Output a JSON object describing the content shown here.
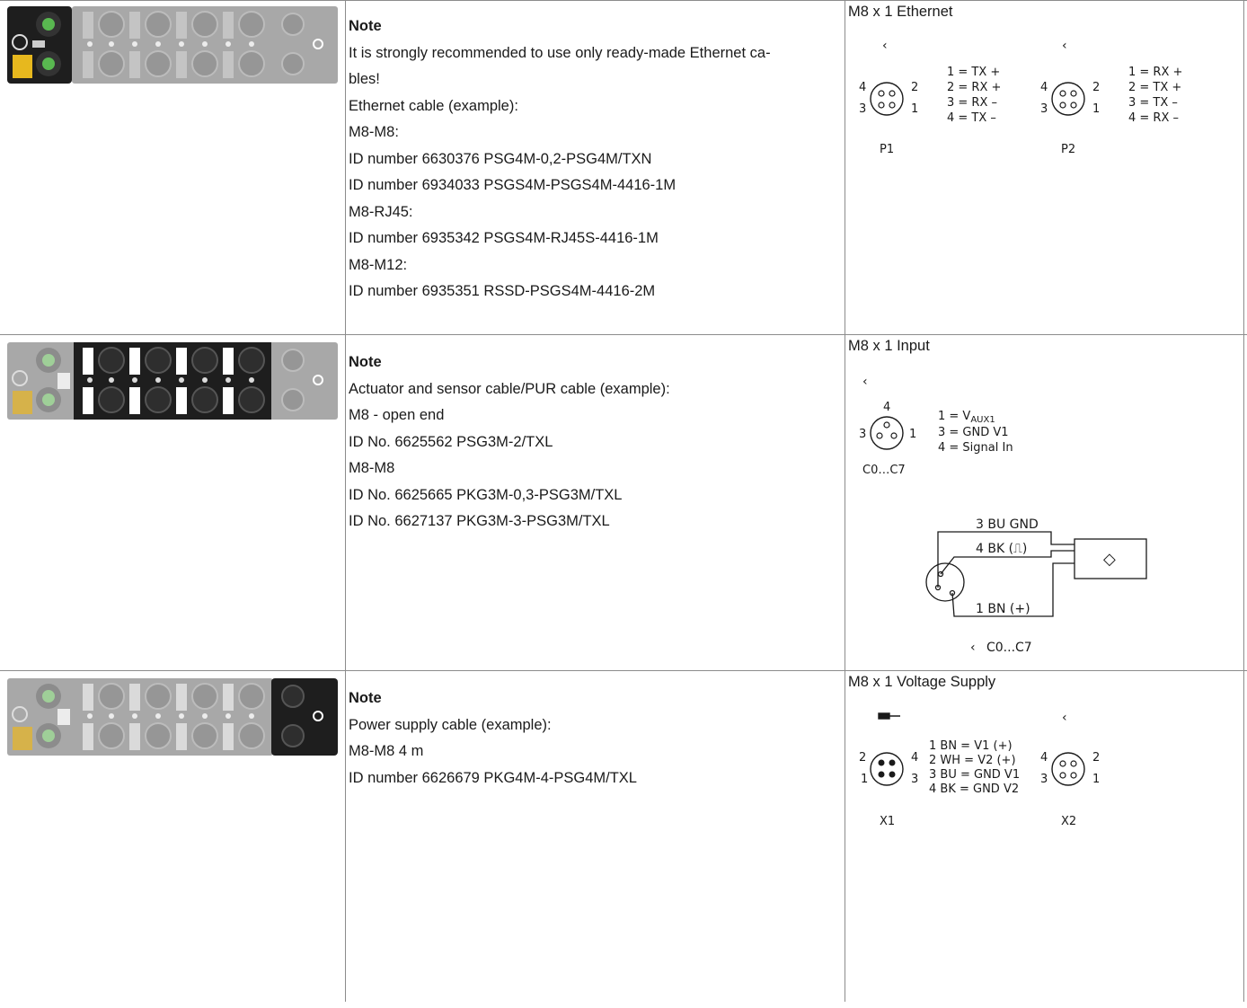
{
  "rows": [
    {
      "note_title": "Note",
      "note_lines": [
        "It is strongly recommended to use only ready-made Ethernet ca-",
        "bles!",
        "Ethernet cable (example):",
        "M8-M8:",
        "ID number 6630376 PSG4M-0,2-PSG4M/TXN",
        "ID number 6934033 PSGS4M-PSGS4M-4416-1M",
        "M8-RJ45:",
        "ID number 6935342 PSGS4M-RJ45S-4416-1M",
        "M8-M12:",
        "ID number 6935351 RSSD-PSGS4M-4416-2M"
      ],
      "diagram": {
        "title": "M8 x 1 Ethernet",
        "p1": {
          "label": "P1",
          "pins": [
            "1 = TX  +",
            "2 = RX  +",
            "3 = RX  –",
            "4 = TX  –"
          ]
        },
        "p2": {
          "label": "P2",
          "pins": [
            "1 = RX  +",
            "2 = TX  +",
            "3 = TX  –",
            "4 = RX  –"
          ]
        },
        "pin_numbers": [
          "4",
          "2",
          "3",
          "1"
        ]
      }
    },
    {
      "note_title": "Note",
      "note_lines": [
        "Actuator and sensor cable/PUR cable (example):",
        "M8 - open end",
        "ID No. 6625562 PSG3M-2/TXL",
        "M8-M8",
        "ID No. 6625665 PKG3M-0,3-PSG3M/TXL",
        "ID No. 6627137 PKG3M-3-PSG3M/TXL"
      ],
      "diagram": {
        "title": "M8 x 1 Input",
        "conn_label": "C0…C7",
        "pin_numbers": [
          "4",
          "3",
          "1"
        ],
        "pin1_prefix": "1 = V",
        "pin1_sub": "AUX1",
        "pins_rest": [
          "3 = GND V1",
          "4 = Signal In"
        ],
        "wiring": {
          "wire_bu": "3 BU GND",
          "wire_bk": "4 BK (⎍)",
          "wire_bn": "1 BN (+)",
          "bottom_label": "C0...C7",
          "sensor_symbol": "◇"
        }
      }
    },
    {
      "note_title": "Note",
      "note_lines": [
        "Power supply cable (example):",
        "M8-M8 4 m",
        "ID number 6626679 PKG4M-4-PSG4M/TXL"
      ],
      "diagram": {
        "title": "M8 x 1 Voltage Supply",
        "x1": {
          "label": "X1"
        },
        "x2": {
          "label": "X2"
        },
        "pins": [
          "1 BN   = V1 (+)",
          "2 WH  = V2 (+)",
          "3 BU   = GND V1",
          "4 BK   = GND V2"
        ],
        "x1_pin_numbers": [
          "2",
          "4",
          "1",
          "3"
        ],
        "x2_pin_numbers": [
          "4",
          "2",
          "3",
          "1"
        ]
      }
    }
  ],
  "colors": {
    "module_grey": "#a3a3a3",
    "module_dark": "#1e1e1e",
    "port_green": "#59b850",
    "port_yellow": "#e7b81e",
    "grid_line": "#8c8c8c"
  }
}
